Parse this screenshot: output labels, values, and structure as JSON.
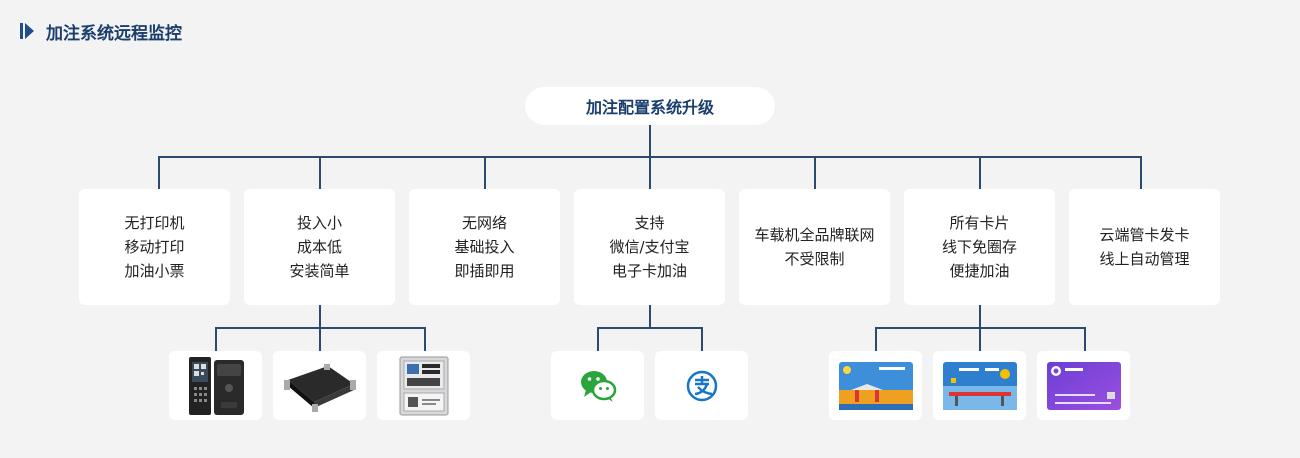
{
  "header": {
    "title": "加注系统远程监控"
  },
  "root": {
    "label": "加注配置系统升级"
  },
  "features": [
    {
      "lines": [
        "无打印机",
        "移动打印",
        "加油小票"
      ]
    },
    {
      "lines": [
        "投入小",
        "成本低",
        "安装简单"
      ]
    },
    {
      "lines": [
        "无网络",
        "基础投入",
        "即插即用"
      ]
    },
    {
      "lines": [
        "支持",
        "微信/支付宝",
        "电子卡加油"
      ]
    },
    {
      "lines": [
        "车载机全品牌联网",
        "不受限制"
      ]
    },
    {
      "lines": [
        "所有卡片",
        "线下免圈存",
        "便捷加油"
      ]
    },
    {
      "lines": [
        "云端管卡发卡",
        "线上自动管理"
      ]
    }
  ],
  "devices": [
    {
      "icon": "pos-terminal-icon"
    },
    {
      "icon": "vehicle-unit-icon"
    },
    {
      "icon": "control-box-icon"
    },
    {
      "icon": "wechat-icon",
      "color": "#2aa43c"
    },
    {
      "icon": "alipay-icon",
      "color": "#1677c9"
    },
    {
      "icon": "fuel-card-blue-icon"
    },
    {
      "icon": "fuel-card-station-icon"
    },
    {
      "icon": "membership-card-purple-icon"
    }
  ],
  "colors": {
    "accent": "#1e4f8c",
    "connector": "#2c4a6b",
    "background": "#f3f3f3"
  }
}
